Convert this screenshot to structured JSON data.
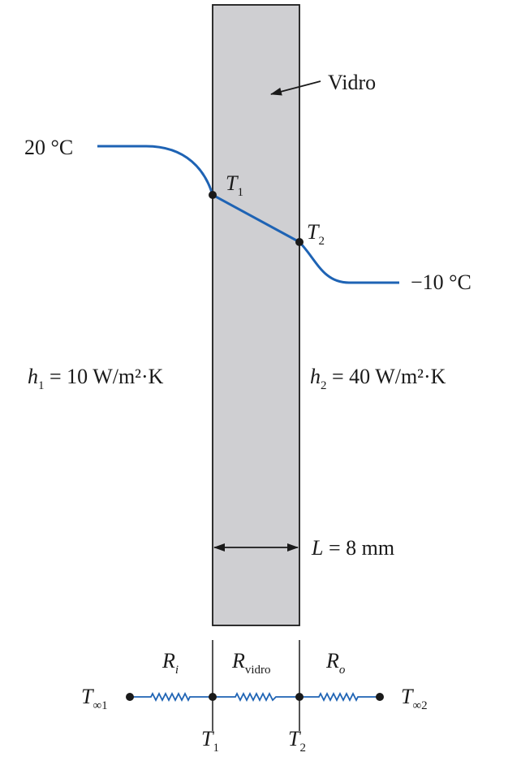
{
  "labels": {
    "glass_name": "Vidro",
    "temp_inside": "20 °C",
    "temp_outside": "−10 °C",
    "t1": {
      "main": "T",
      "sub": "1"
    },
    "t2": {
      "main": "T",
      "sub": "2"
    },
    "h1": {
      "main": "h",
      "sub": "1",
      "rest": " = 10 W/m²·K"
    },
    "h2": {
      "main": "h",
      "sub": "2",
      "rest": " = 40 W/m²·K"
    },
    "thickness": {
      "main": "L",
      "rest": " = 8 mm"
    }
  },
  "circuit": {
    "t_inf1": {
      "main": "T",
      "sub": "∞1"
    },
    "t_inf2": {
      "main": "T",
      "sub": "∞2"
    },
    "r_i": {
      "main": "R",
      "sub": "i"
    },
    "r_vidro": {
      "main": "R",
      "sub": "vidro"
    },
    "r_o": {
      "main": "R",
      "sub": "o"
    },
    "node1": {
      "main": "T",
      "sub": "1"
    },
    "node2": {
      "main": "T",
      "sub": "2"
    }
  },
  "colors": {
    "glass_fill": "#cfcfd2",
    "outline": "#1a1a1a",
    "temp_curve": "#1e63b4",
    "circuit_line": "#1e63b4"
  }
}
